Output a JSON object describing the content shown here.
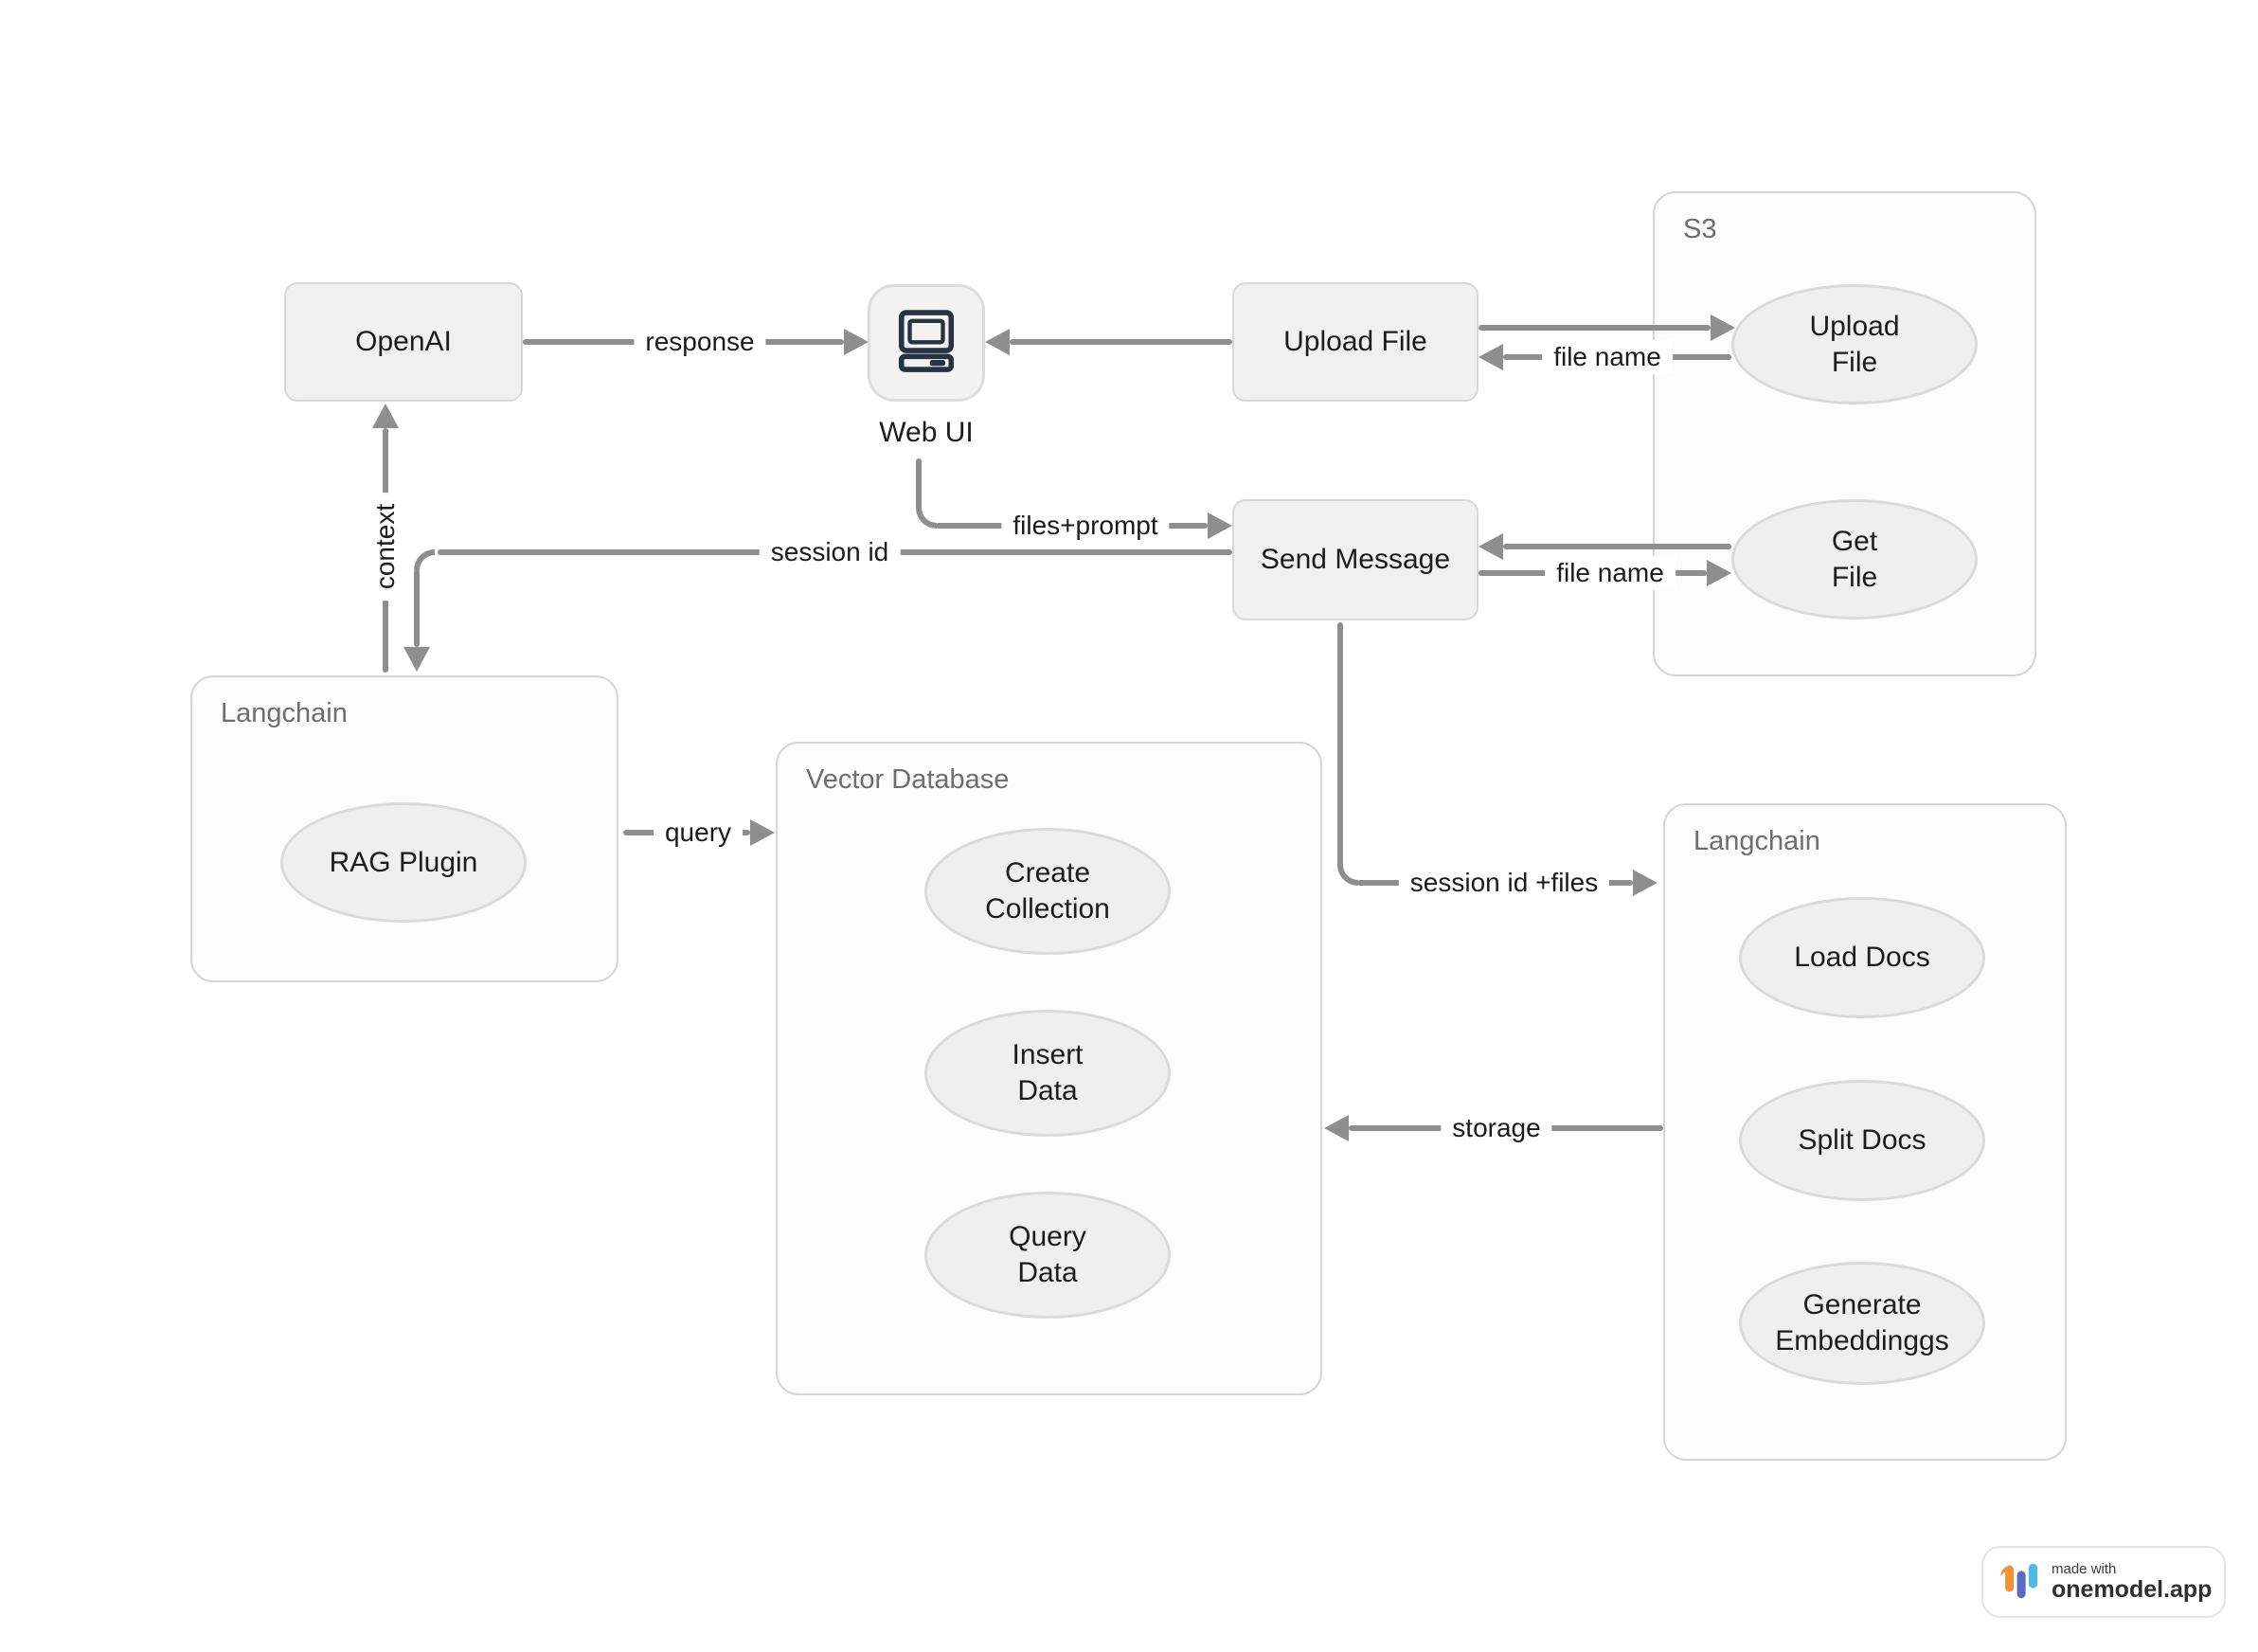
{
  "colors": {
    "edge": "#8e8e8e",
    "node_fill": "#f0f0f0",
    "node_border": "#d8d8d8",
    "container_fill": "#fcfcfc",
    "container_title": "#6e6e6e",
    "text": "#1c1c1c",
    "webui_icon": "#273341",
    "logo_orange": "#f29230",
    "logo_indigo": "#5c6ac4",
    "logo_blue": "#4bbce8"
  },
  "nodes": {
    "openai": {
      "label": "OpenAI"
    },
    "webui": {
      "label": "Web UI",
      "icon": "computer-icon"
    },
    "upload_file": {
      "label": "Upload File"
    },
    "send_message": {
      "label": "Send Message"
    }
  },
  "containers": {
    "s3": {
      "title": "S3",
      "upload_file": {
        "line1": "Upload",
        "line2": "File"
      },
      "get_file": {
        "line1": "Get",
        "line2": "File"
      }
    },
    "langchain_left": {
      "title": "Langchain",
      "rag_plugin": {
        "label": "RAG Plugin"
      }
    },
    "vector_db": {
      "title": "Vector Database",
      "create_collection": {
        "line1": "Create",
        "line2": "Collection"
      },
      "insert_data": {
        "line1": "Insert",
        "line2": "Data"
      },
      "query_data": {
        "line1": "Query",
        "line2": "Data"
      }
    },
    "langchain_right": {
      "title": "Langchain",
      "load_docs": {
        "label": "Load Docs"
      },
      "split_docs": {
        "label": "Split Docs"
      },
      "generate_embeddings": {
        "line1": "Generate",
        "line2": "Embeddinggs"
      }
    }
  },
  "edges": {
    "response": {
      "label": "response"
    },
    "upload_file_name": {
      "label": "file name"
    },
    "files_prompt": {
      "label": "files+prompt"
    },
    "get_file_name": {
      "label": "file name"
    },
    "session_id": {
      "label": "session id"
    },
    "context": {
      "label": "context"
    },
    "query": {
      "label": "query"
    },
    "session_id_files": {
      "label": "session id +files"
    },
    "storage": {
      "label": "storage"
    }
  },
  "badge": {
    "made_with": "made with",
    "brand": "onemodel.app"
  }
}
